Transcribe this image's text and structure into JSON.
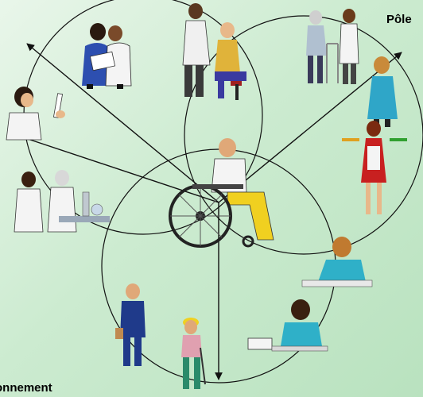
{
  "diagram": {
    "labels": {
      "pole_partial": "Pôle",
      "environnement_partial": "onnement"
    },
    "center_figure": "person-in-wheelchair",
    "figures": [
      "nurses-with-clipboard",
      "doctor-taking-blood-pressure",
      "person-with-walker-and-doctor",
      "lab-technician-with-syringe",
      "scientists-at-lab-bench",
      "woman-in-blue",
      "waitress-serving",
      "woman-on-phone-at-desk",
      "woman-at-calculator",
      "businessman",
      "construction-worker"
    ],
    "colors": {
      "background": "#c9ead0",
      "lines": "#111111"
    }
  }
}
